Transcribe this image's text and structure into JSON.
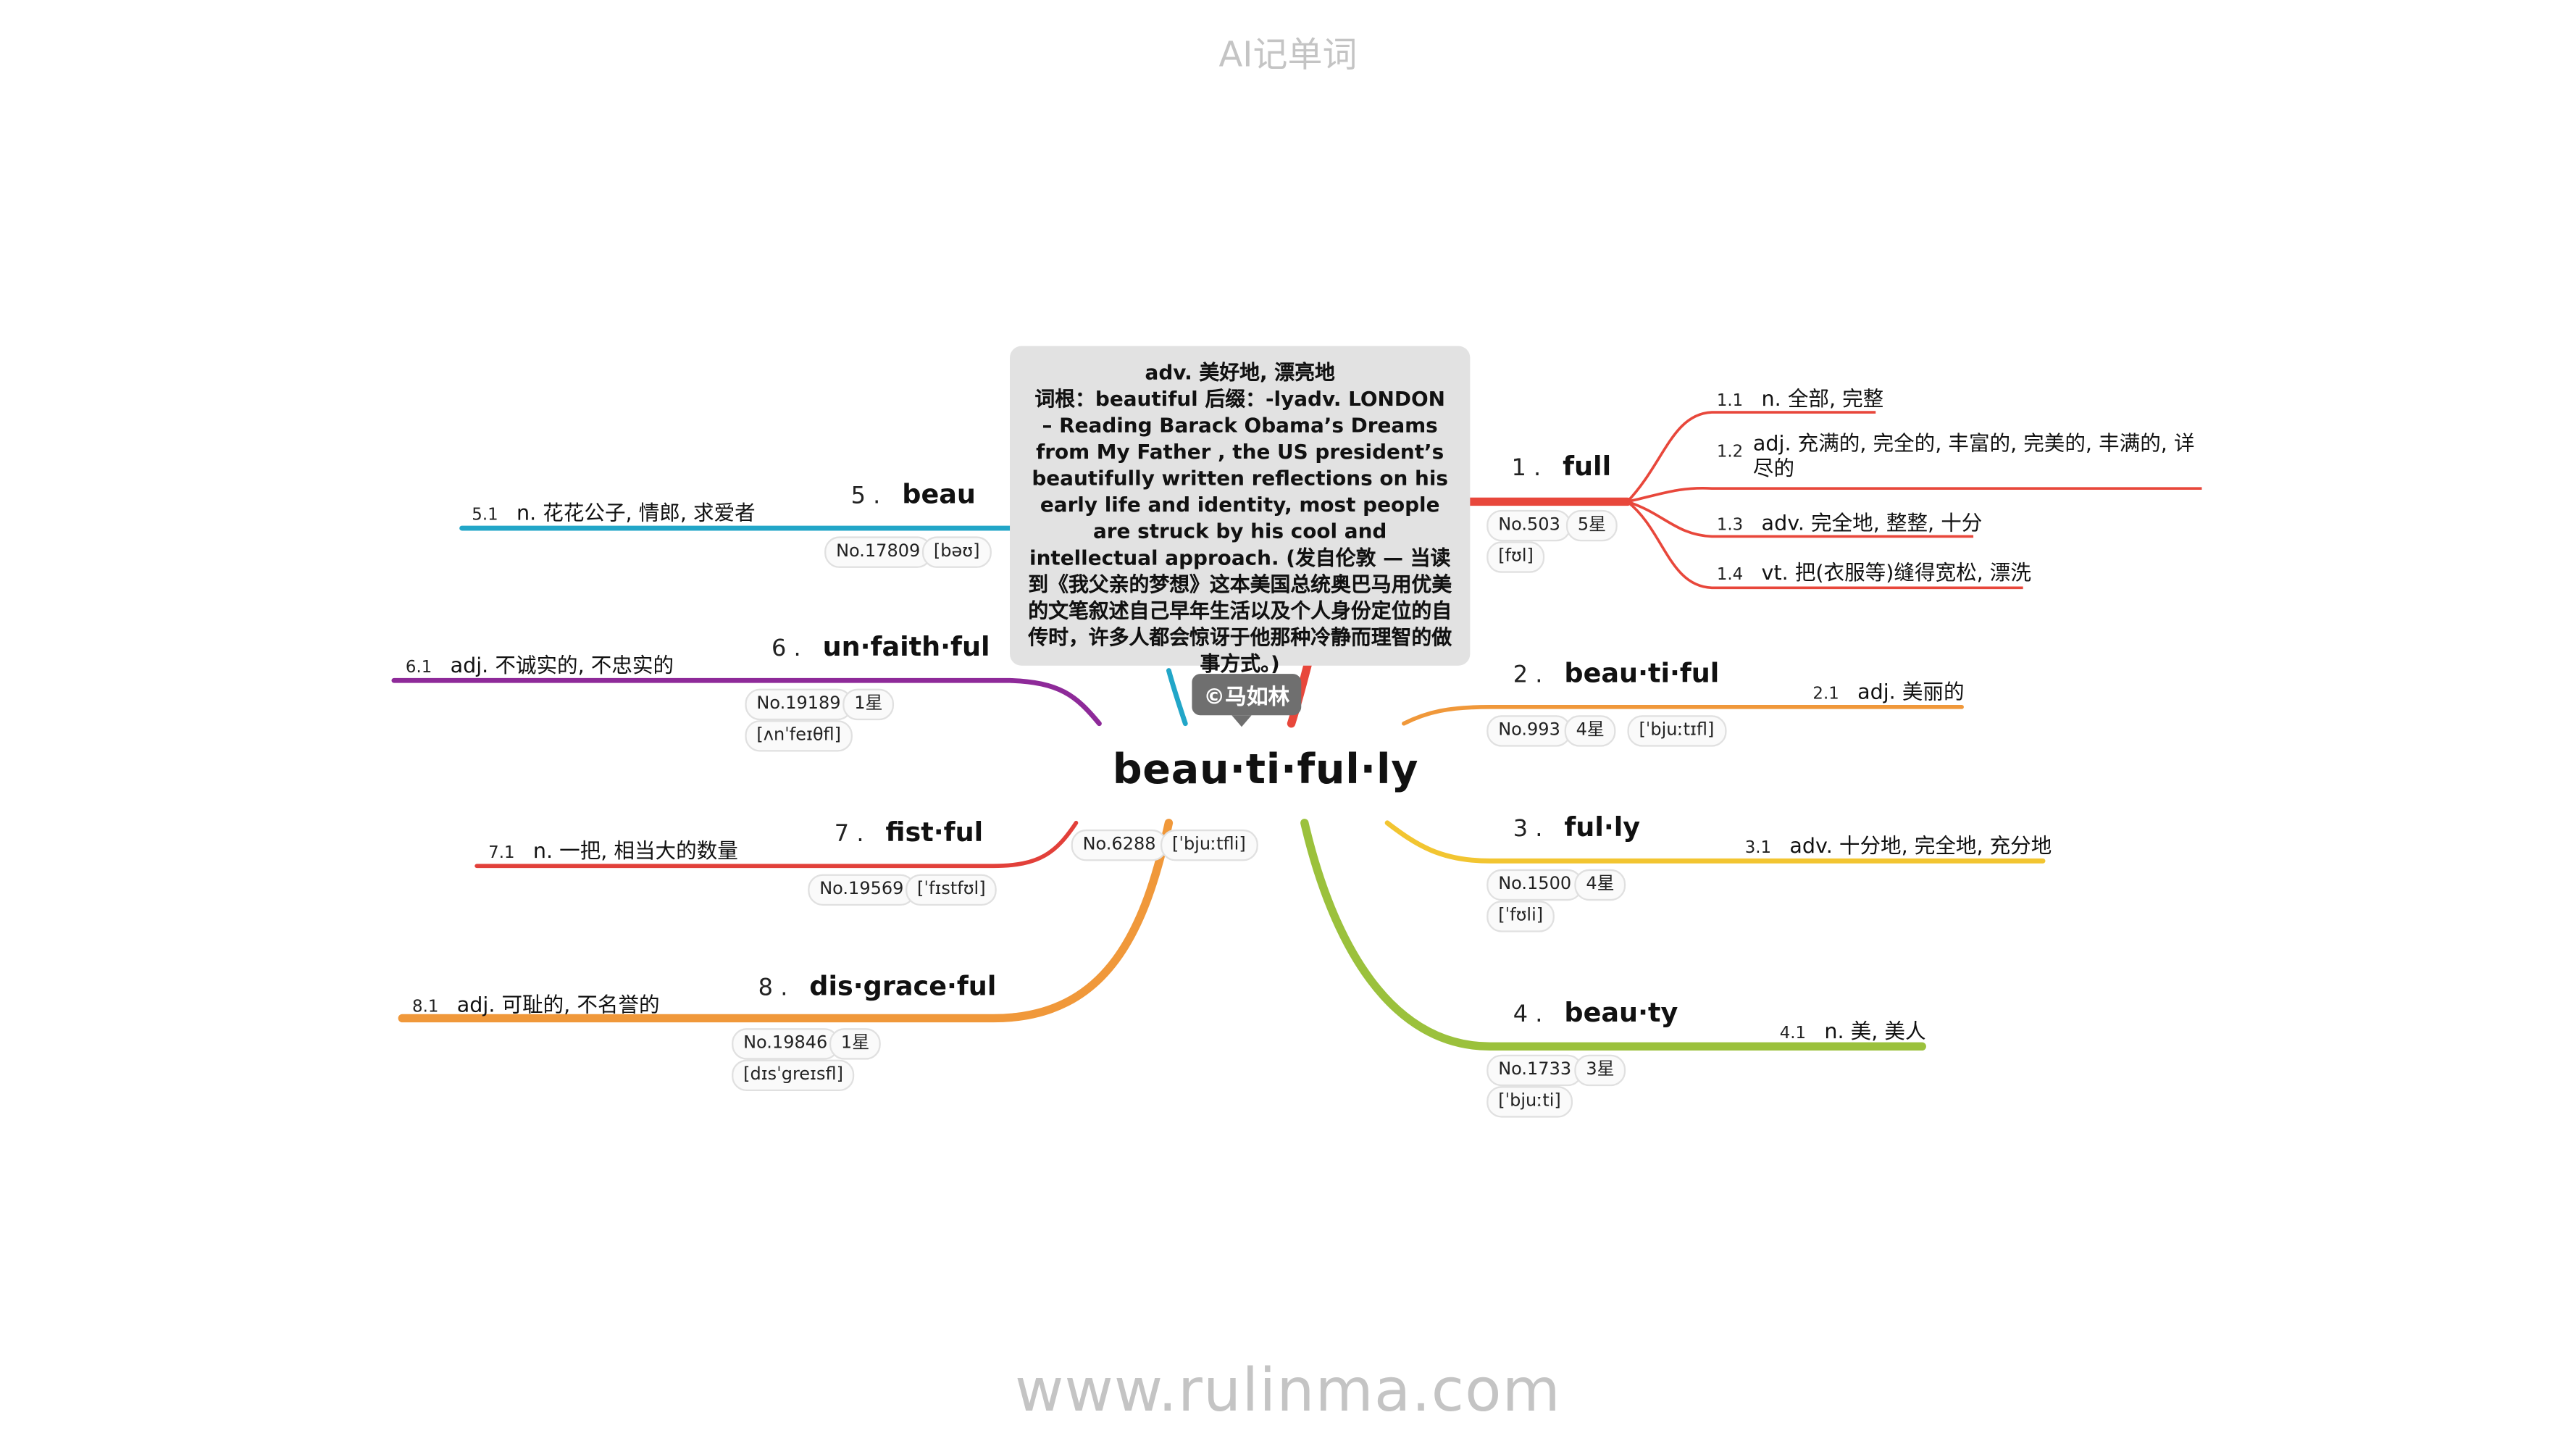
{
  "header": {
    "title": "AI记单词"
  },
  "footer": {
    "url": "www.rulinma.com"
  },
  "central": {
    "word": "beau·ti·ful·ly",
    "rank": "No.6288",
    "phonetic": "[ˈbjuːtfli]",
    "definition": "adv. 美好地, 漂亮地",
    "etymology_example": "词根：beautiful 后缀：-lyadv. LONDON – Reading Barack Obama’s Dreams from My Father , the US president’s beautifully written reflections on his early life and identity, most people are struck by his cool and intellectual approach. (发自伦敦 — 当读到《我父亲的梦想》这本美国总统奥巴马用优美的文笔叙述自己早年生活以及个人身份定位的自传时，许多人都会惊讶于他那种冷静而理智的做事方式。)",
    "copyright": "©马如林"
  },
  "branches": [
    {
      "num": "1 .",
      "word": "full",
      "color": "#e8473b",
      "badges": [
        "No.503",
        "5星",
        "[fʊl]"
      ],
      "senses": [
        {
          "num": "1.1",
          "def": "n. 全部, 完整"
        },
        {
          "num": "1.2",
          "def": "adj. 充满的, 完全的, 丰富的, 完美的, 丰满的, 详尽的"
        },
        {
          "num": "1.3",
          "def": "adv. 完全地, 整整, 十分"
        },
        {
          "num": "1.4",
          "def": "vt. 把(衣服等)缝得宽松, 漂洗"
        }
      ]
    },
    {
      "num": "2 .",
      "word": "beau·ti·ful",
      "color": "#f0983a",
      "badges": [
        "No.993",
        "4星",
        "[ˈbjuːtɪfl]"
      ],
      "senses": [
        {
          "num": "2.1",
          "def": "adj. 美丽的"
        }
      ]
    },
    {
      "num": "3 .",
      "word": "ful·ly",
      "color": "#f2c531",
      "badges": [
        "No.1500",
        "4星",
        "[ˈfʊli]"
      ],
      "senses": [
        {
          "num": "3.1",
          "def": "adv. 十分地, 完全地, 充分地"
        }
      ]
    },
    {
      "num": "4 .",
      "word": "beau·ty",
      "color": "#9bc13c",
      "badges": [
        "No.1733",
        "3星",
        "[ˈbjuːti]"
      ],
      "senses": [
        {
          "num": "4.1",
          "def": "n. 美, 美人"
        }
      ]
    },
    {
      "num": "5 .",
      "word": "beau",
      "color": "#22a6c8",
      "badges": [
        "No.17809",
        "[bəʊ]"
      ],
      "senses": [
        {
          "num": "5.1",
          "def": "n. 花花公子, 情郎, 求爱者"
        }
      ]
    },
    {
      "num": "6 .",
      "word": "un·faith·ful",
      "color": "#8e2a99",
      "badges": [
        "No.19189",
        "1星",
        "[ʌnˈfeɪθfl]"
      ],
      "senses": [
        {
          "num": "6.1",
          "def": "adj. 不诚实的, 不忠实的"
        }
      ]
    },
    {
      "num": "7 .",
      "word": "fist·ful",
      "color": "#e2403a",
      "badges": [
        "No.19569",
        "[ˈfɪstfʊl]"
      ],
      "senses": [
        {
          "num": "7.1",
          "def": "n. 一把, 相当大的数量"
        }
      ]
    },
    {
      "num": "8 .",
      "word": "dis·grace·ful",
      "color": "#f0983a",
      "badges": [
        "No.19846",
        "1星",
        "[dɪsˈgreɪsfl]"
      ],
      "senses": [
        {
          "num": "8.1",
          "def": "adj. 可耻的, 不名誉的"
        }
      ]
    }
  ]
}
